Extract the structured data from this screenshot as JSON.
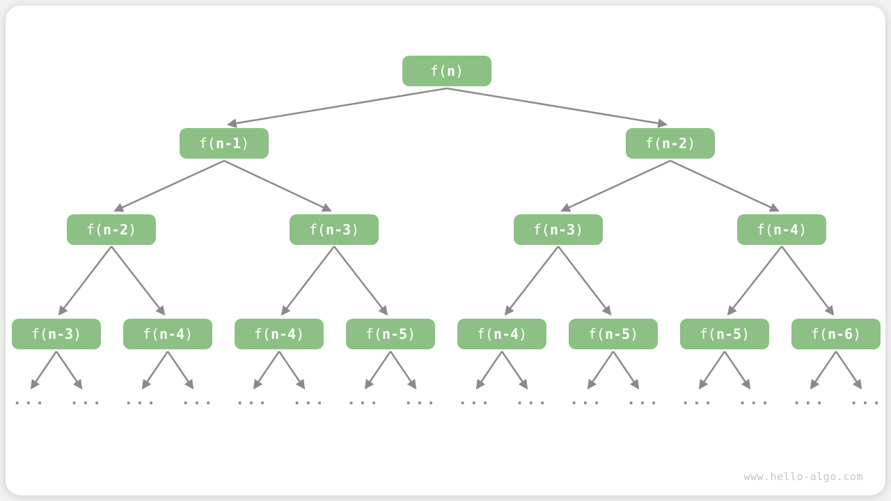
{
  "diagram_title": "recursion-tree",
  "colors": {
    "node_fill": "#8CC084",
    "node_text": "#ffffff",
    "arrow": "#8a8a8a",
    "leaf_dots": "#8f8f8f",
    "watermark_text": "#c5c5c5",
    "card_background": "#ffffff"
  },
  "tree": {
    "levels": [
      {
        "nodes": [
          {
            "prefix": "f(",
            "arg": "n",
            "suffix": ")"
          }
        ]
      },
      {
        "nodes": [
          {
            "prefix": "f(",
            "arg": "n-1",
            "suffix": ")"
          },
          {
            "prefix": "f(",
            "arg": "n-2",
            "suffix": ")"
          }
        ]
      },
      {
        "nodes": [
          {
            "prefix": "f(",
            "arg": "n-2",
            "suffix": ")"
          },
          {
            "prefix": "f(",
            "arg": "n-3",
            "suffix": ")"
          },
          {
            "prefix": "f(",
            "arg": "n-3",
            "suffix": ")"
          },
          {
            "prefix": "f(",
            "arg": "n-4",
            "suffix": ")"
          }
        ]
      },
      {
        "nodes": [
          {
            "prefix": "f(",
            "arg": "n-3",
            "suffix": ")"
          },
          {
            "prefix": "f(",
            "arg": "n-4",
            "suffix": ")"
          },
          {
            "prefix": "f(",
            "arg": "n-4",
            "suffix": ")"
          },
          {
            "prefix": "f(",
            "arg": "n-5",
            "suffix": ")"
          },
          {
            "prefix": "f(",
            "arg": "n-4",
            "suffix": ")"
          },
          {
            "prefix": "f(",
            "arg": "n-5",
            "suffix": ")"
          },
          {
            "prefix": "f(",
            "arg": "n-5",
            "suffix": ")"
          },
          {
            "prefix": "f(",
            "arg": "n-6",
            "suffix": ")"
          }
        ]
      }
    ],
    "leaf_ellipsis": "...",
    "leaf_count": 16
  },
  "watermark": "www.hello-algo.com"
}
